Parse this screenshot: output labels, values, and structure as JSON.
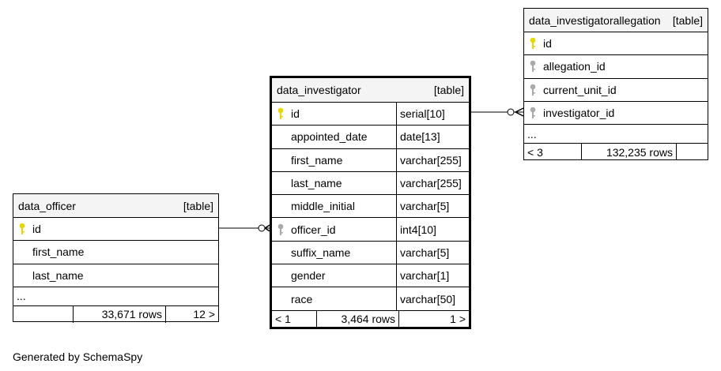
{
  "tables": {
    "investigator": {
      "name": "data_investigator",
      "kind": "[table]",
      "columns": [
        {
          "name": "id",
          "type": "serial[10]",
          "key": "primary"
        },
        {
          "name": "appointed_date",
          "type": "date[13]",
          "key": "none"
        },
        {
          "name": "first_name",
          "type": "varchar[255]",
          "key": "none"
        },
        {
          "name": "last_name",
          "type": "varchar[255]",
          "key": "none"
        },
        {
          "name": "middle_initial",
          "type": "varchar[5]",
          "key": "none"
        },
        {
          "name": "officer_id",
          "type": "int4[10]",
          "key": "foreign"
        },
        {
          "name": "suffix_name",
          "type": "varchar[5]",
          "key": "none"
        },
        {
          "name": "gender",
          "type": "varchar[1]",
          "key": "none"
        },
        {
          "name": "race",
          "type": "varchar[50]",
          "key": "none"
        }
      ],
      "footer": {
        "parents": "< 1",
        "rows": "3,464 rows",
        "children": "1 >"
      }
    },
    "officer": {
      "name": "data_officer",
      "kind": "[table]",
      "columns": [
        {
          "name": "id",
          "key": "primary"
        },
        {
          "name": "first_name",
          "key": "none"
        },
        {
          "name": "last_name",
          "key": "none"
        }
      ],
      "more": "...",
      "footer": {
        "parents": "",
        "rows": "33,671 rows",
        "children": "12 >"
      }
    },
    "allegation": {
      "name": "data_investigatorallegation",
      "kind": "[table]",
      "columns": [
        {
          "name": "id",
          "key": "primary"
        },
        {
          "name": "allegation_id",
          "key": "foreign"
        },
        {
          "name": "current_unit_id",
          "key": "foreign"
        },
        {
          "name": "investigator_id",
          "key": "foreign"
        }
      ],
      "more": "...",
      "footer": {
        "parents": "< 3",
        "rows": "132,235 rows",
        "children": ""
      }
    }
  },
  "footer_note": "Generated by SchemaSpy",
  "colors": {
    "primary_key": "#e8d700",
    "foreign_key": "#aaaaaa",
    "header_bg": "#f4f4f4"
  }
}
